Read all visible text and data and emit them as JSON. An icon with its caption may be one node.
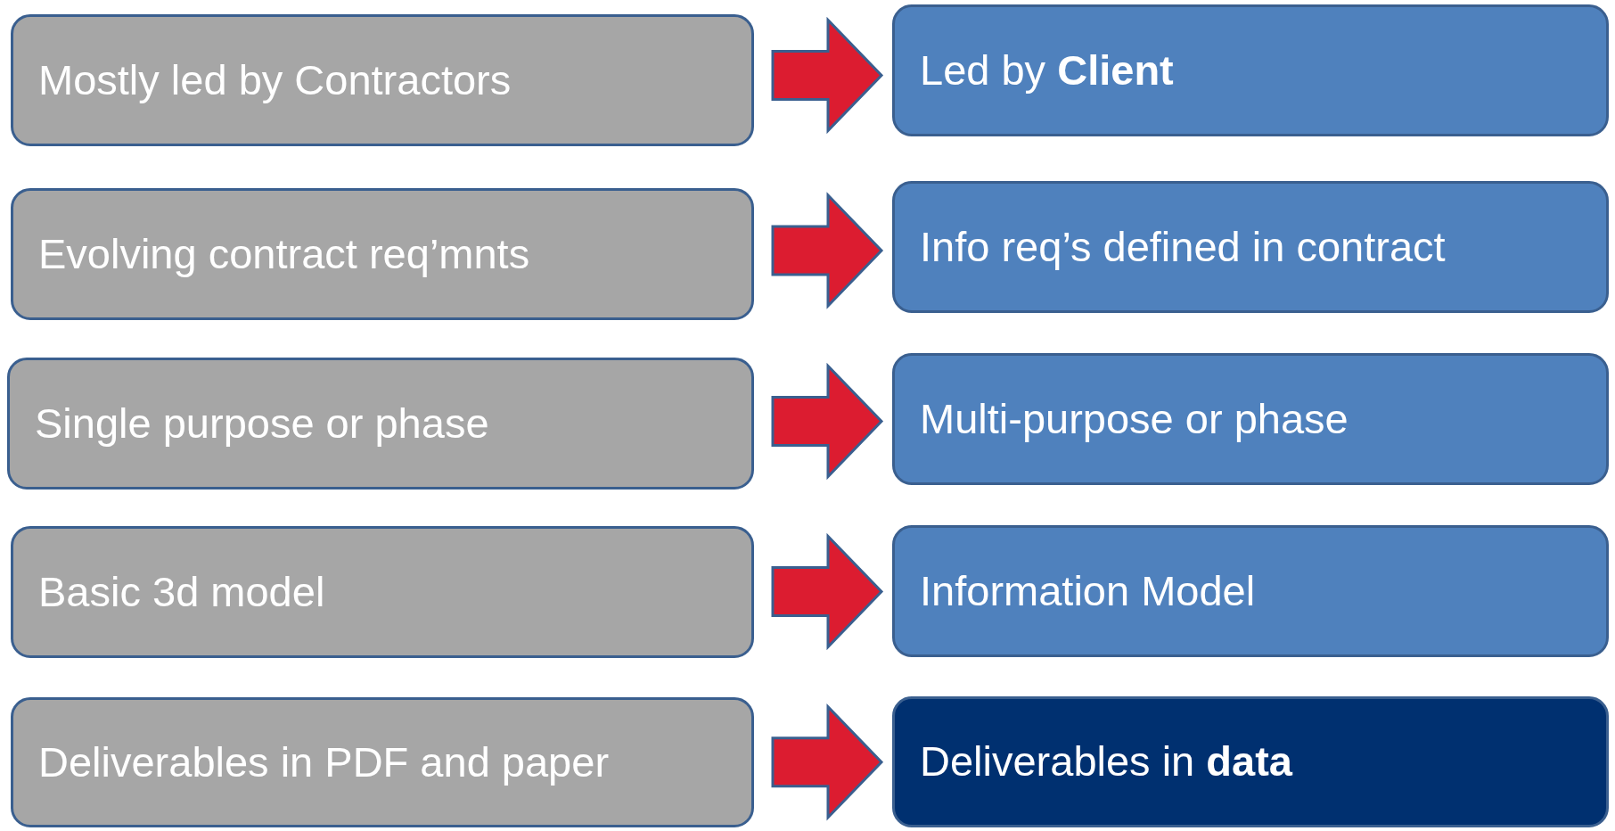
{
  "diagram": {
    "nodes": [
      {
        "text": [
          "Mostly led by Contractors"
        ]
      },
      {
        "text": [
          "Led by **Client**"
        ]
      },
      {
        "text": [
          "Evolving contract req’mnts"
        ]
      },
      {
        "text": [
          "Info req’s defined in contract"
        ]
      },
      {
        "text": [
          "Single purpose or phase"
        ]
      },
      {
        "text": [
          "Multi-purpose or phase"
        ]
      },
      {
        "text": [
          "Basic 3d model"
        ]
      },
      {
        "text": [
          "Information Model"
        ]
      },
      {
        "text": [
          "Deliverables in PDF and paper"
        ]
      },
      {
        "text": [
          "Deliverables in **data**"
        ]
      }
    ],
    "edges": [
      {
        "from": 0,
        "to": 1,
        "arrow": "to"
      },
      {
        "from": 2,
        "to": 3,
        "arrow": "to"
      },
      {
        "from": 4,
        "to": 5,
        "arrow": "to"
      },
      {
        "from": 6,
        "to": 7,
        "arrow": "to"
      },
      {
        "from": 8,
        "to": 9,
        "arrow": "to"
      }
    ]
  }
}
